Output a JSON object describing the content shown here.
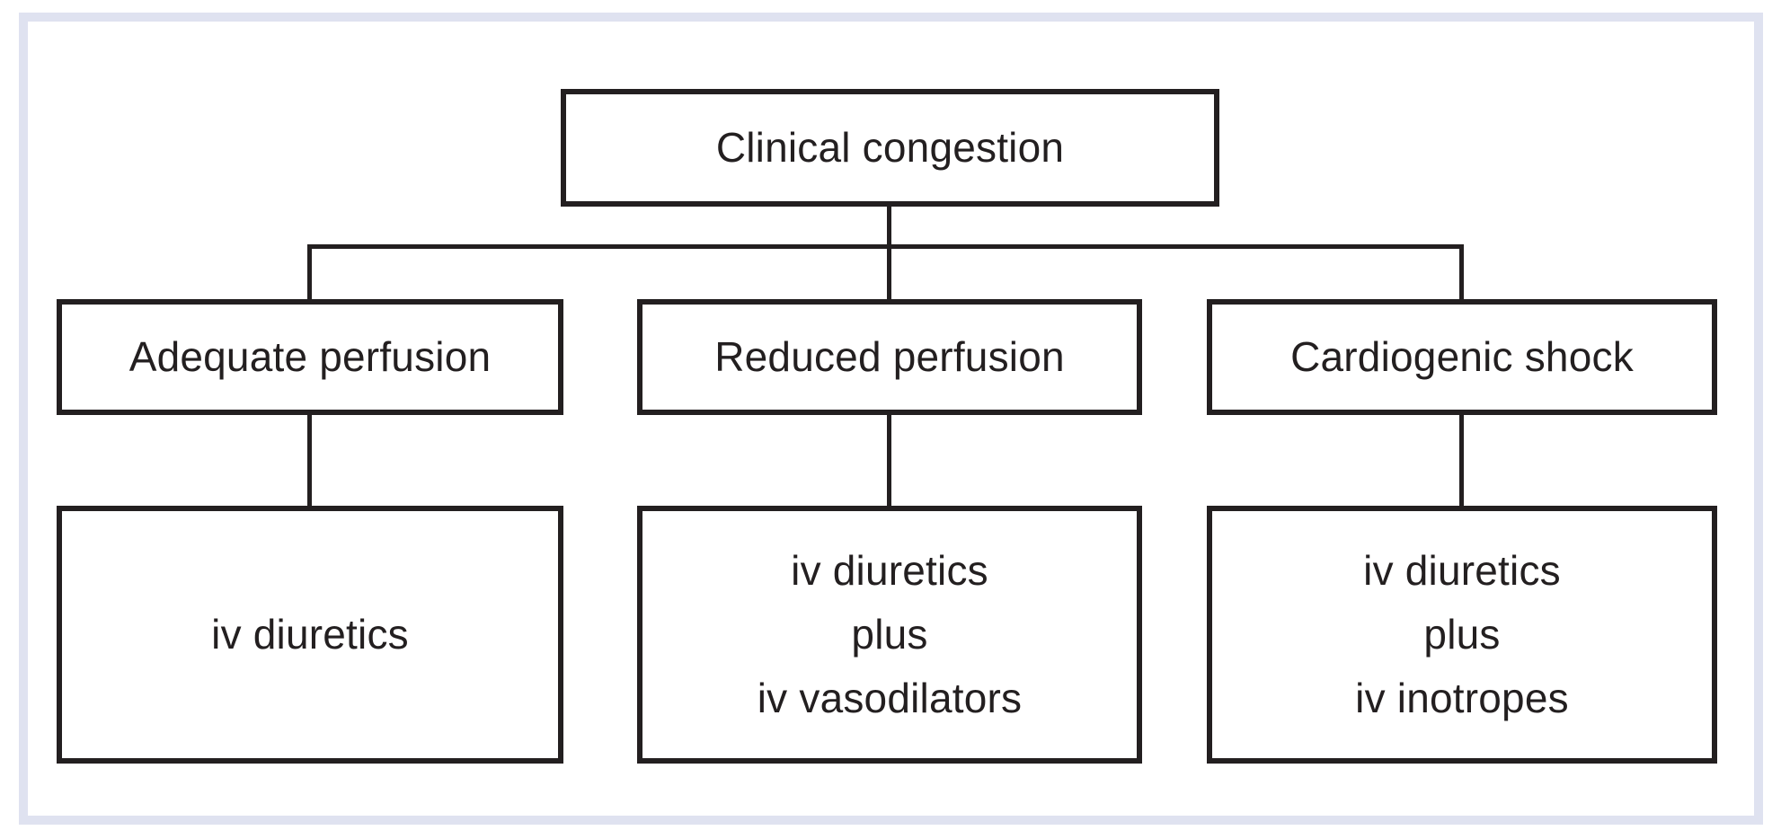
{
  "diagram": {
    "root": {
      "label": "Clinical congestion"
    },
    "branches": [
      {
        "condition": "Adequate perfusion",
        "treatment_lines": [
          "iv diuretics"
        ]
      },
      {
        "condition": "Reduced perfusion",
        "treatment_lines": [
          "iv diuretics",
          "plus",
          "iv vasodilators"
        ]
      },
      {
        "condition": "Cardiogenic shock",
        "treatment_lines": [
          "iv diuretics",
          "plus",
          "iv inotropes"
        ]
      }
    ]
  },
  "colors": {
    "line": "#231f20",
    "frame_border": "#dfe2f0",
    "background": "#ffffff"
  }
}
